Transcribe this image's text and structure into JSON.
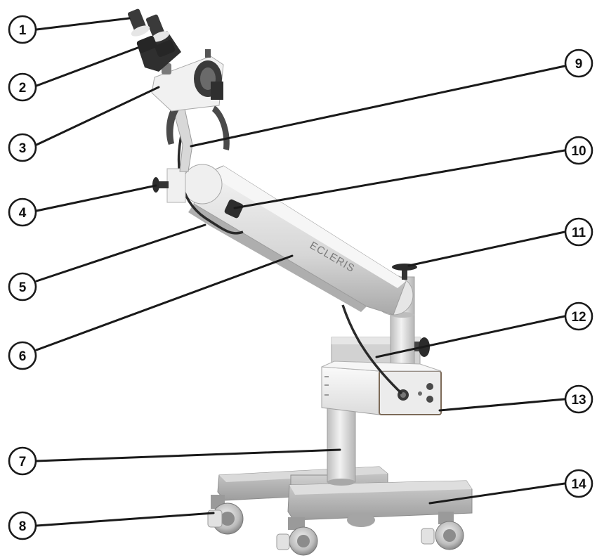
{
  "brand_text": "ECLERIS",
  "callouts": [
    {
      "number": "1"
    },
    {
      "number": "2"
    },
    {
      "number": "3"
    },
    {
      "number": "4"
    },
    {
      "number": "5"
    },
    {
      "number": "6"
    },
    {
      "number": "7"
    },
    {
      "number": "8"
    },
    {
      "number": "9"
    },
    {
      "number": "10"
    },
    {
      "number": "11"
    },
    {
      "number": "12"
    },
    {
      "number": "13"
    },
    {
      "number": "14"
    }
  ],
  "colors": {
    "line": "#1a1a1a",
    "body_light": "#ececec",
    "body_mid": "#c9c9c9",
    "body_dark": "#8f8f8f",
    "black_parts": "#2b2b2b"
  }
}
